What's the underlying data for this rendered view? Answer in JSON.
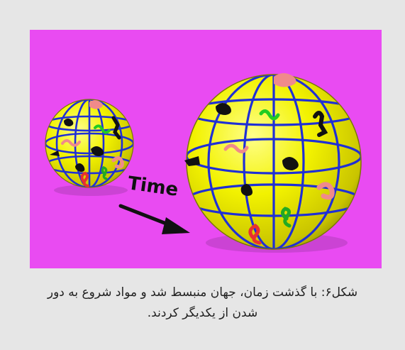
{
  "figure": {
    "background_color": "#e94bf2",
    "arrow_label": "Time",
    "sphere_color": "#f5f500",
    "grid_color": "#1f2fd6"
  },
  "caption": {
    "line1": "شکل۶: با گذشت زمان، جهان منبسط شد و مواد شروع به دور",
    "line2": "شدن از یکدیگر کردند."
  }
}
